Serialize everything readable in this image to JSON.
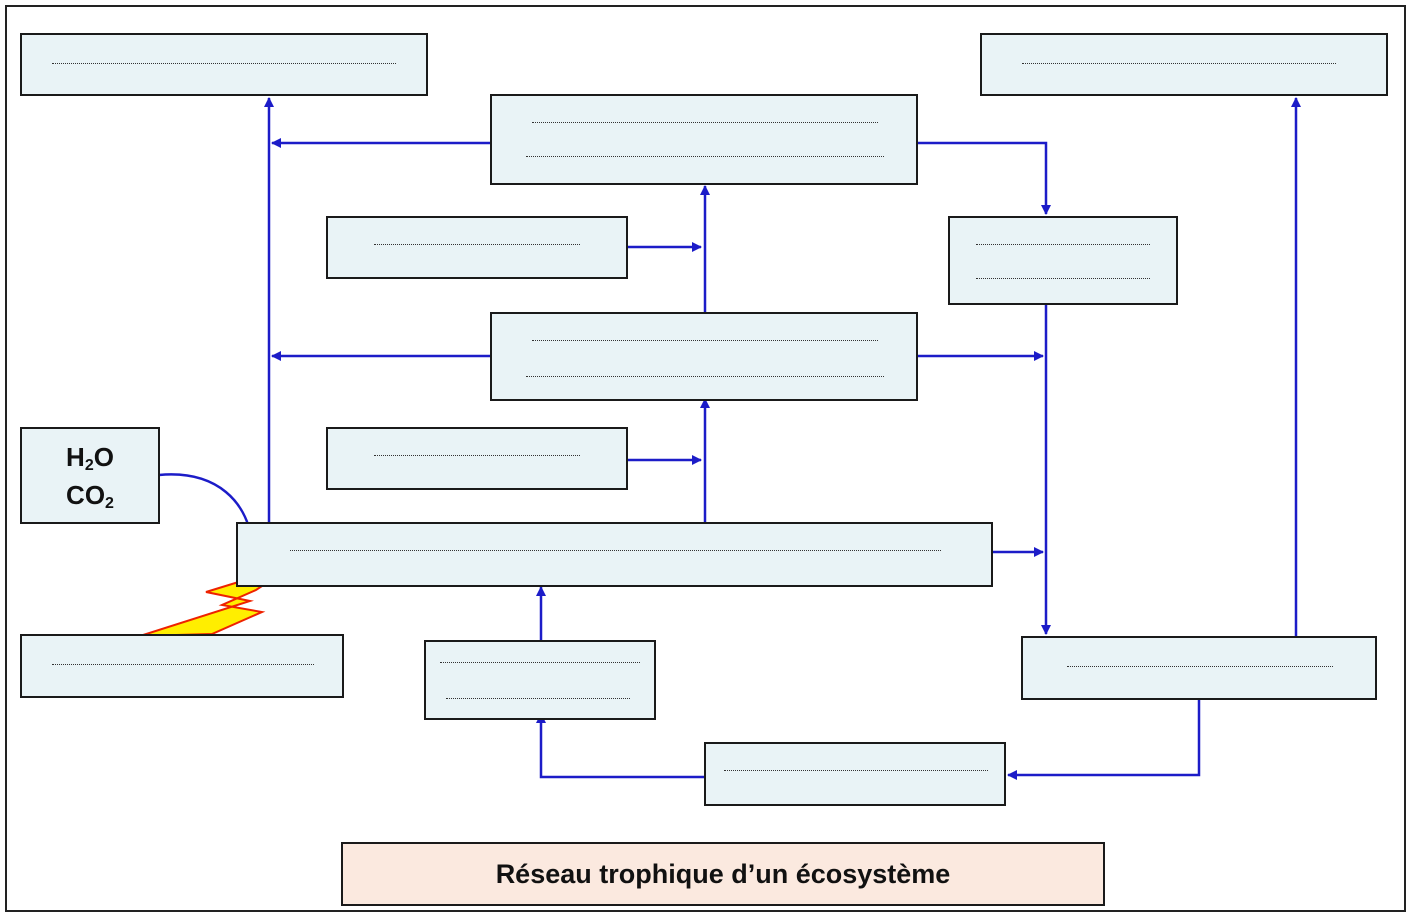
{
  "inputs": {
    "water_base": "H",
    "water_sub": "2",
    "water_tail": "O",
    "co2_base": "CO",
    "co2_sub": "2"
  },
  "title": "Réseau trophique d’un écosystème",
  "colors": {
    "arrow": "#1c1cc8",
    "box_fill": "#e9f3f6",
    "title_fill": "#fbe9df",
    "lightning_fill": "#ffee00",
    "lightning_stroke": "#ee2200"
  },
  "icons": [
    "sunlight-lightning-icon"
  ]
}
